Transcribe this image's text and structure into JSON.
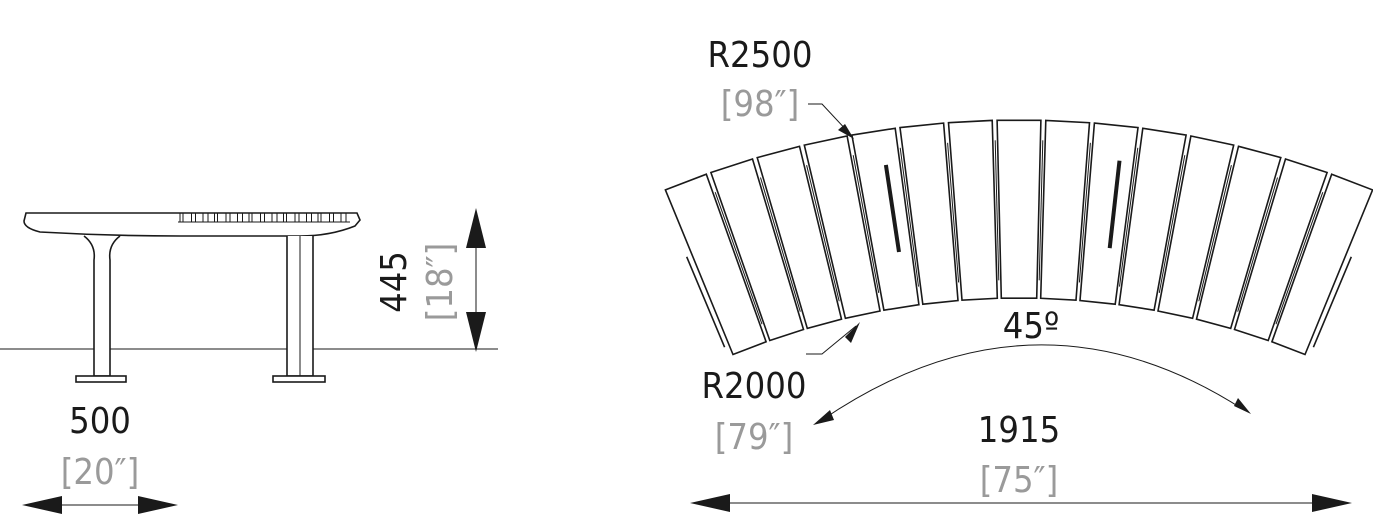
{
  "side_view": {
    "width_dim": {
      "value": "500",
      "imperial": "[20″]"
    },
    "height_dim": {
      "value": "445",
      "imperial": "[18″]"
    }
  },
  "top_view": {
    "outer_radius": {
      "value": "R2500",
      "imperial": "[98″]"
    },
    "inner_radius": {
      "value": "R2000",
      "imperial": "[79″]"
    },
    "angle": {
      "value": "45º"
    },
    "length_dim": {
      "value": "1915",
      "imperial": "[75″]"
    },
    "slat_count": 15
  }
}
